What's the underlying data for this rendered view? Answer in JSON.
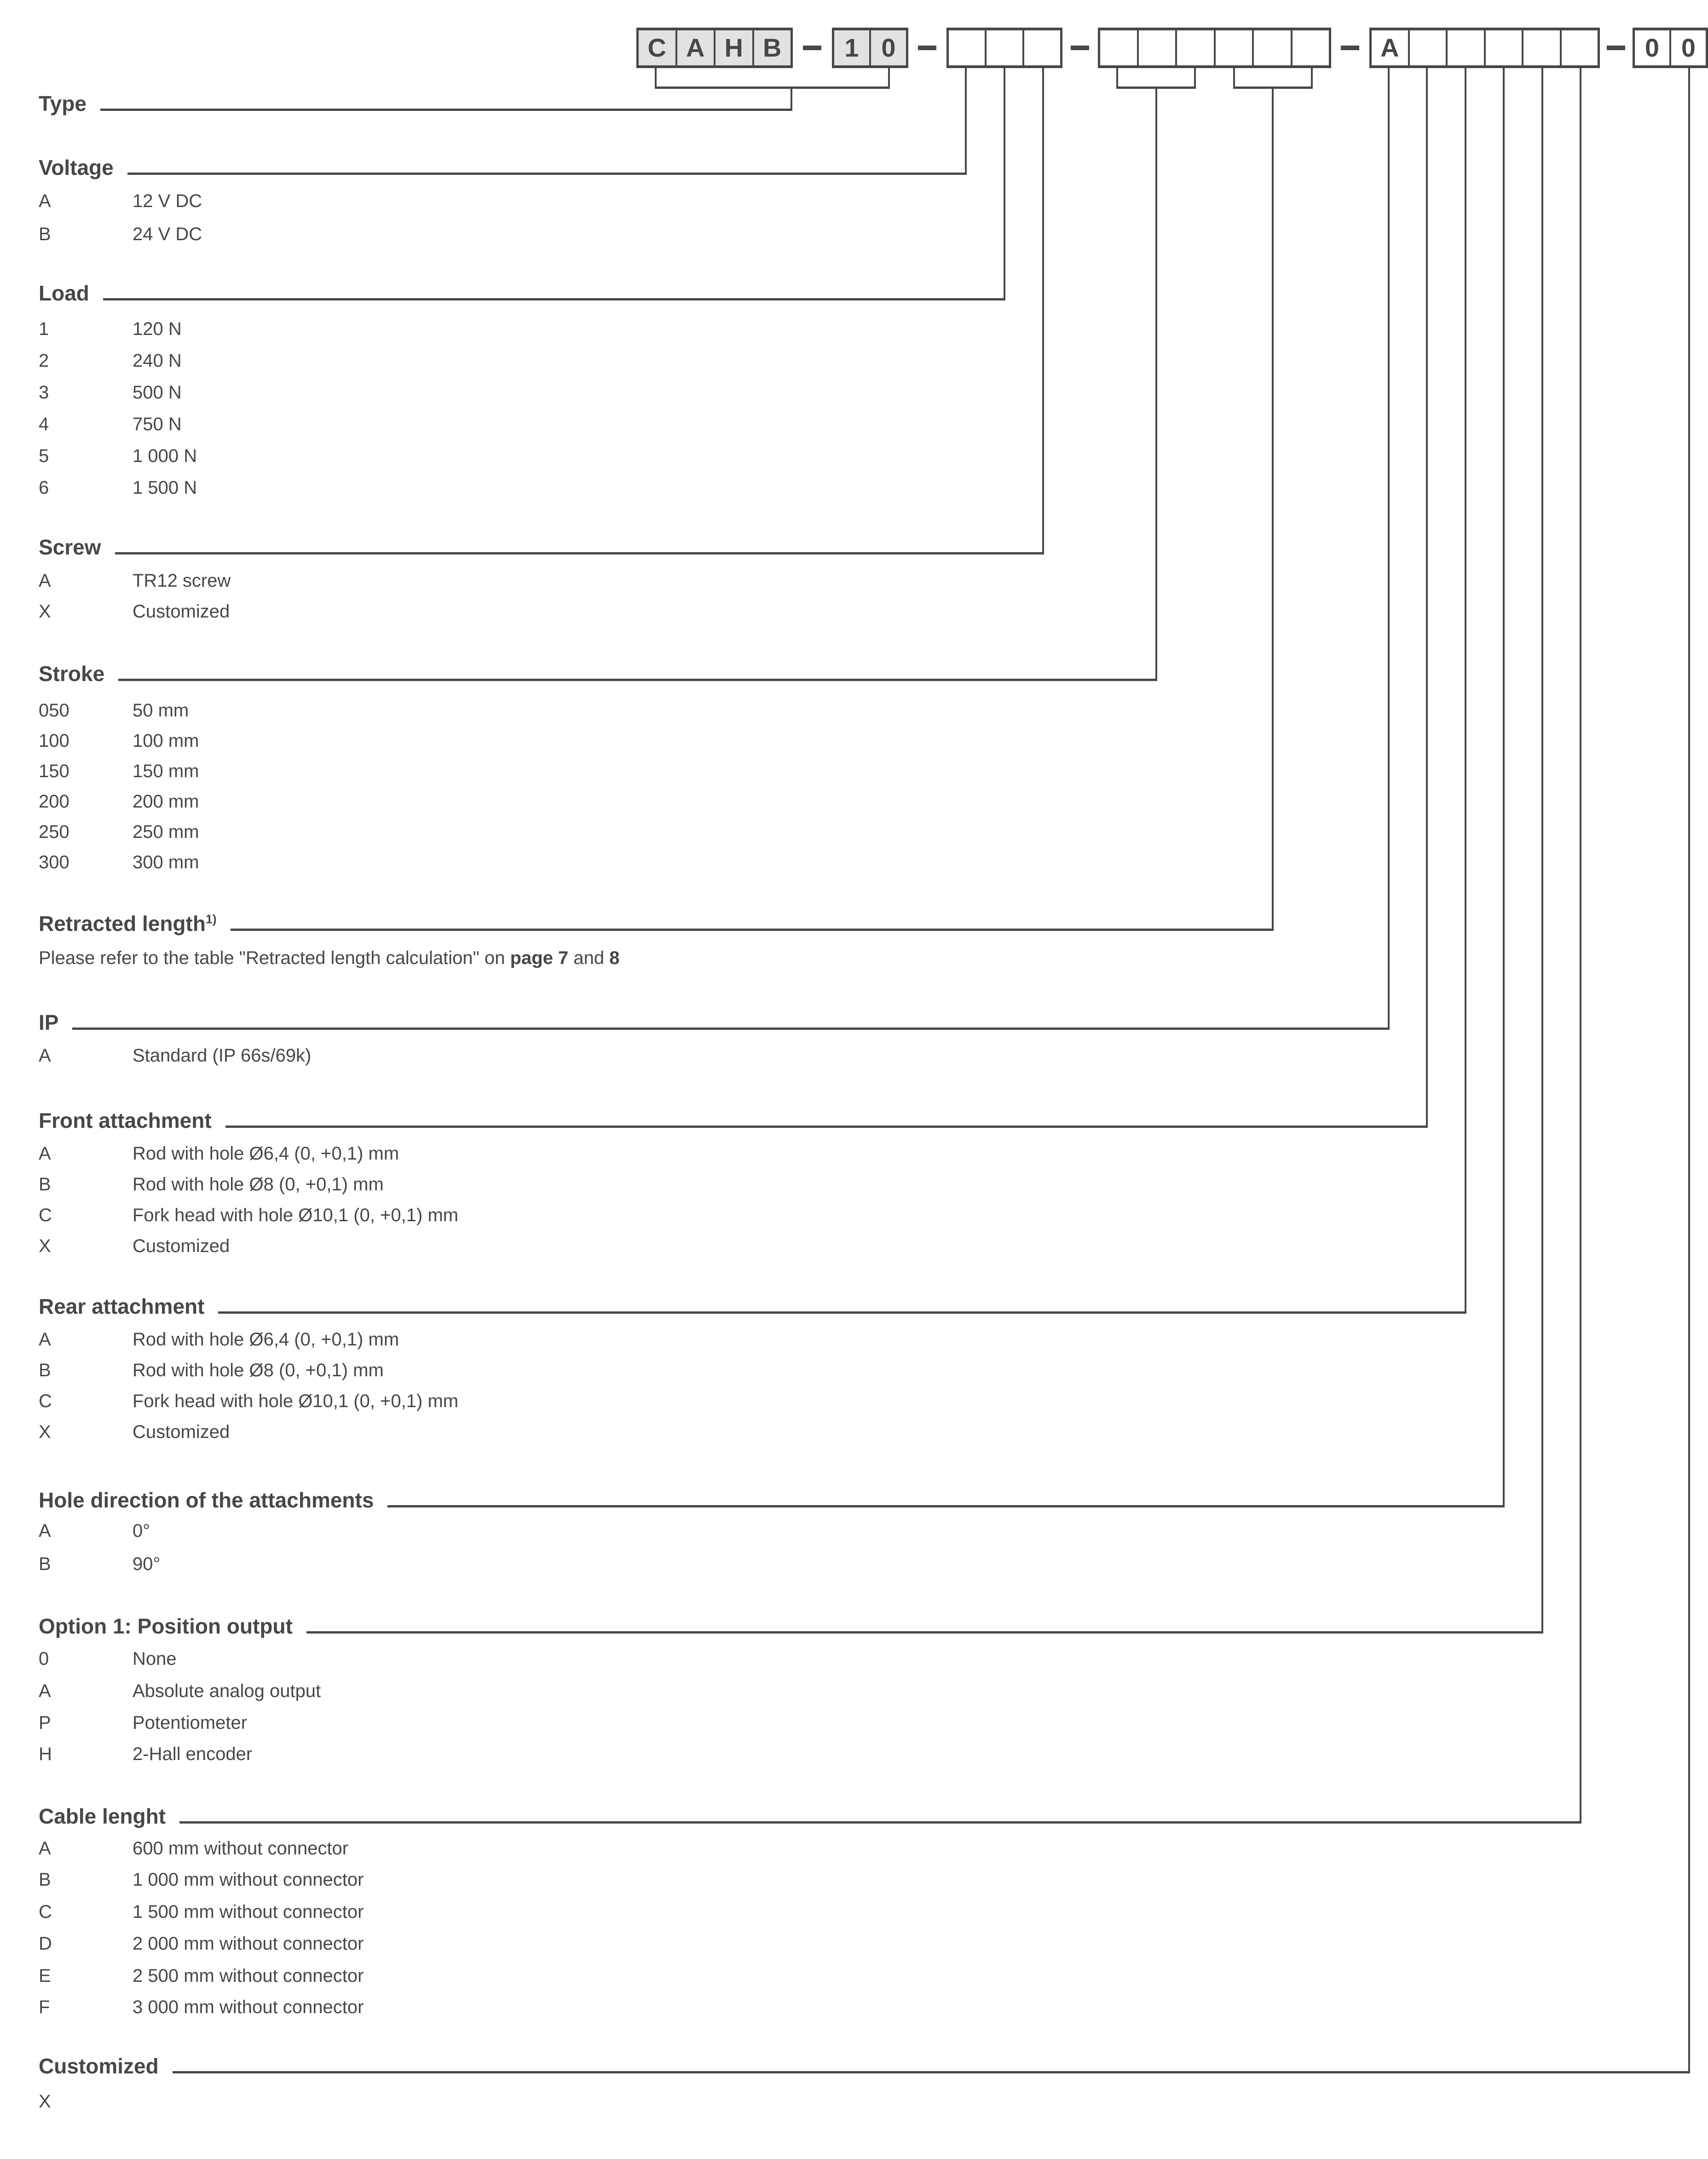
{
  "code_row": {
    "separator_glyph": "dash",
    "groups": [
      {
        "name": "type-prefix",
        "cells": [
          {
            "char": "C",
            "filled": true
          },
          {
            "char": "A",
            "filled": true
          },
          {
            "char": "H",
            "filled": true
          },
          {
            "char": "B",
            "filled": true
          }
        ]
      },
      {
        "name": "series",
        "cells": [
          {
            "char": "1",
            "filled": true
          },
          {
            "char": "0",
            "filled": true
          }
        ]
      },
      {
        "name": "voltage-load-screw",
        "cells": [
          {
            "char": "",
            "filled": false
          },
          {
            "char": "",
            "filled": false
          },
          {
            "char": "",
            "filled": false
          }
        ]
      },
      {
        "name": "stroke-retracted-length",
        "cells": [
          {
            "char": "",
            "filled": false
          },
          {
            "char": "",
            "filled": false
          },
          {
            "char": "",
            "filled": false
          },
          {
            "char": "",
            "filled": false
          },
          {
            "char": "",
            "filled": false
          },
          {
            "char": "",
            "filled": false
          }
        ]
      },
      {
        "name": "ip-attachments-options",
        "cells": [
          {
            "char": "A",
            "filled": false
          },
          {
            "char": "",
            "filled": false
          },
          {
            "char": "",
            "filled": false
          },
          {
            "char": "",
            "filled": false
          },
          {
            "char": "",
            "filled": false
          },
          {
            "char": "",
            "filled": false
          }
        ]
      },
      {
        "name": "suffix",
        "cells": [
          {
            "char": "0",
            "filled": false
          },
          {
            "char": "0",
            "filled": false
          }
        ]
      }
    ]
  },
  "sections": [
    {
      "id": "type",
      "title": "Type",
      "items": []
    },
    {
      "id": "voltage",
      "title": "Voltage",
      "items": [
        {
          "code": "A",
          "desc": "12 V DC"
        },
        {
          "code": "B",
          "desc": "24 V DC"
        }
      ]
    },
    {
      "id": "load",
      "title": "Load",
      "items": [
        {
          "code": "1",
          "desc": "120 N"
        },
        {
          "code": "2",
          "desc": "240 N"
        },
        {
          "code": "3",
          "desc": "500 N"
        },
        {
          "code": "4",
          "desc": "750 N"
        },
        {
          "code": "5",
          "desc": "1 000 N"
        },
        {
          "code": "6",
          "desc": "1 500 N"
        }
      ]
    },
    {
      "id": "screw",
      "title": "Screw",
      "items": [
        {
          "code": "A",
          "desc": "TR12 screw"
        },
        {
          "code": "X",
          "desc": "Customized"
        }
      ]
    },
    {
      "id": "stroke",
      "title": "Stroke",
      "items": [
        {
          "code": "050",
          "desc": "50 mm"
        },
        {
          "code": "100",
          "desc": "100 mm"
        },
        {
          "code": "150",
          "desc": "150 mm"
        },
        {
          "code": "200",
          "desc": "200 mm"
        },
        {
          "code": "250",
          "desc": "250 mm"
        },
        {
          "code": "300",
          "desc": "300 mm"
        }
      ]
    },
    {
      "id": "retracted-length",
      "title": "Retracted length",
      "title_sup": "1)",
      "items": [],
      "note": [
        {
          "text": "Please refer to the table \"Retracted length calculation\" on ",
          "bold": false
        },
        {
          "text": "page 7",
          "bold": true
        },
        {
          "text": " and ",
          "bold": false
        },
        {
          "text": "8",
          "bold": true
        }
      ]
    },
    {
      "id": "ip",
      "title": "IP",
      "items": [
        {
          "code": "A",
          "desc": "Standard (IP 66s/69k)"
        }
      ]
    },
    {
      "id": "front-attachment",
      "title": "Front attachment",
      "items": [
        {
          "code": "A",
          "desc": "Rod with hole Ø6,4 (0, +0,1) mm"
        },
        {
          "code": "B",
          "desc": "Rod with hole Ø8 (0, +0,1) mm"
        },
        {
          "code": "C",
          "desc": "Fork head with hole Ø10,1 (0, +0,1) mm"
        },
        {
          "code": "X",
          "desc": "Customized"
        }
      ]
    },
    {
      "id": "rear-attachment",
      "title": "Rear attachment",
      "items": [
        {
          "code": "A",
          "desc": "Rod with hole Ø6,4 (0, +0,1) mm"
        },
        {
          "code": "B",
          "desc": "Rod with hole Ø8 (0, +0,1) mm"
        },
        {
          "code": "C",
          "desc": "Fork head with hole Ø10,1 (0, +0,1) mm"
        },
        {
          "code": "X",
          "desc": "Customized"
        }
      ]
    },
    {
      "id": "hole-direction",
      "title": "Hole direction of the attachments",
      "items": [
        {
          "code": "A",
          "desc": "0°"
        },
        {
          "code": "B",
          "desc": "90°"
        }
      ]
    },
    {
      "id": "option-1",
      "title": "Option 1: Position output",
      "items": [
        {
          "code": "0",
          "desc": "None"
        },
        {
          "code": "A",
          "desc": "Absolute analog output"
        },
        {
          "code": "P",
          "desc": "Potentiometer"
        },
        {
          "code": "H",
          "desc": "2-Hall encoder"
        }
      ]
    },
    {
      "id": "cable-length",
      "title": "Cable lenght",
      "items": [
        {
          "code": "A",
          "desc": "600 mm without connector"
        },
        {
          "code": "B",
          "desc": "1 000 mm without connector"
        },
        {
          "code": "C",
          "desc": "1 500 mm without connector"
        },
        {
          "code": "D",
          "desc": "2 000 mm without connector"
        },
        {
          "code": "E",
          "desc": "2 500 mm without connector"
        },
        {
          "code": "F",
          "desc": "3 000 mm without connector"
        }
      ]
    },
    {
      "id": "customized",
      "title": "Customized",
      "items": [
        {
          "code": "X",
          "desc": ""
        }
      ]
    }
  ],
  "colors": {
    "ink": "#474747",
    "box_fill": "#e2e2e2",
    "background": "#ffffff"
  }
}
